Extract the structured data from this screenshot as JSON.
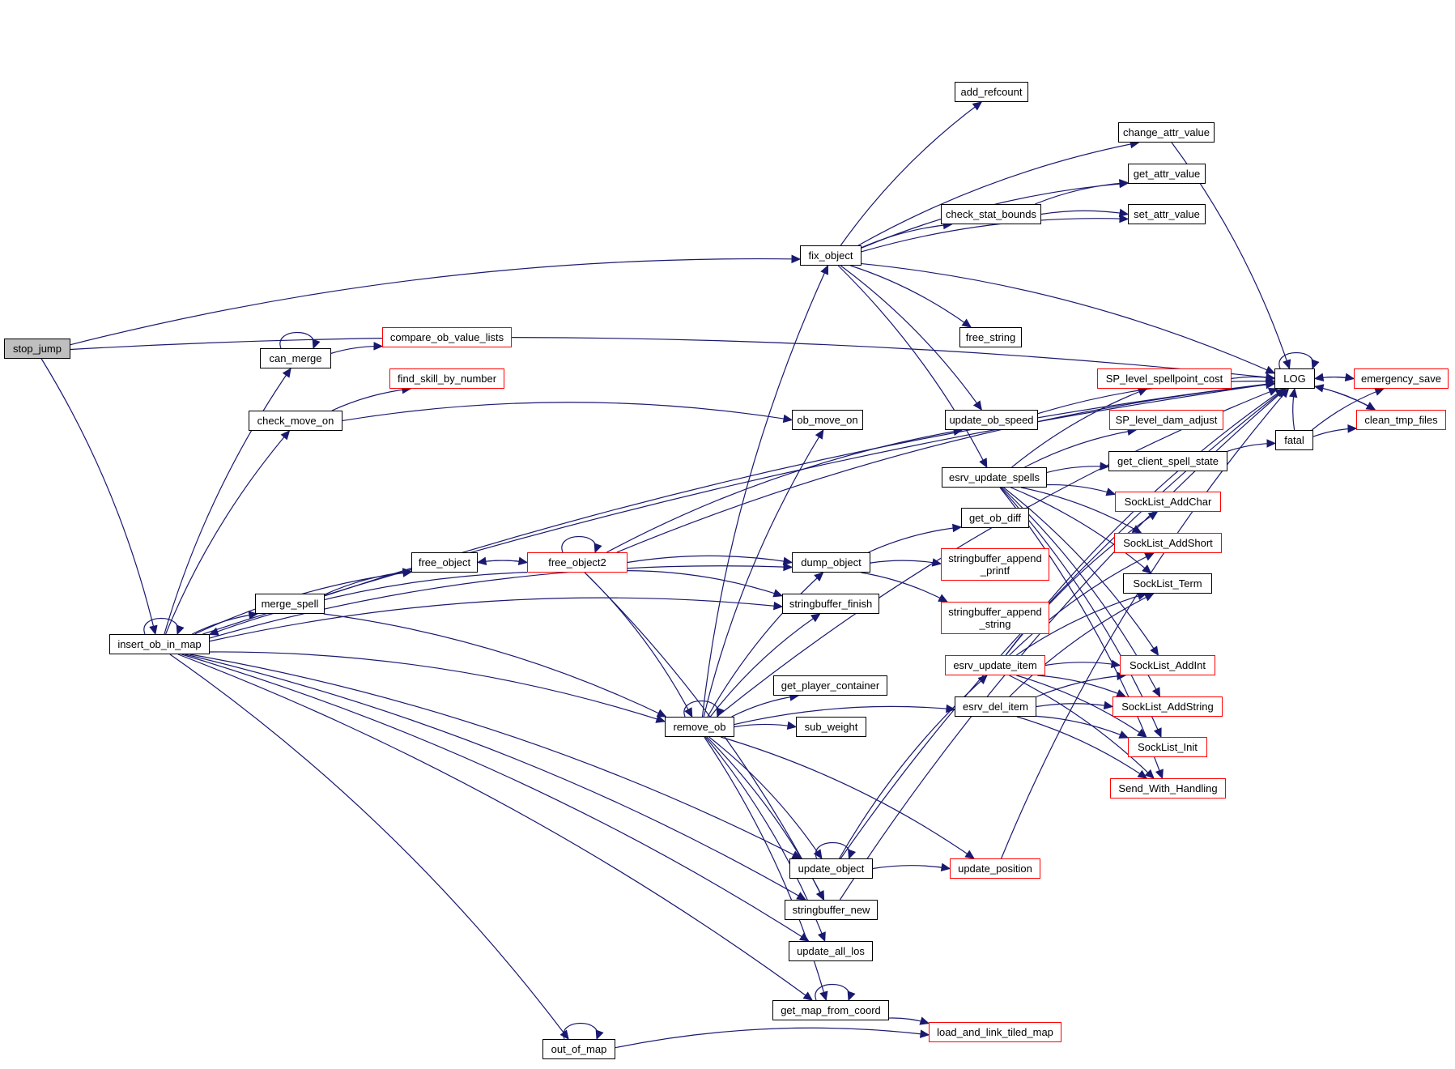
{
  "diagram": {
    "title": "stop_jump call graph",
    "colors": {
      "edge": "#191970",
      "external_border": "#ff0000",
      "normal_border": "#000000",
      "root_fill": "#bfbfbf"
    },
    "nodes": [
      {
        "id": "stop_jump",
        "label": "stop_jump",
        "style": "root"
      },
      {
        "id": "insert_ob_in_map",
        "label": "insert_ob_in_map",
        "style": "normal"
      },
      {
        "id": "can_merge",
        "label": "can_merge",
        "style": "normal"
      },
      {
        "id": "compare_ob_value_lists",
        "label": "compare_ob_value_lists",
        "style": "red"
      },
      {
        "id": "find_skill_by_number",
        "label": "find_skill_by_number",
        "style": "red"
      },
      {
        "id": "check_move_on",
        "label": "check_move_on",
        "style": "normal"
      },
      {
        "id": "free_object",
        "label": "free_object",
        "style": "normal"
      },
      {
        "id": "free_object2",
        "label": "free_object2",
        "style": "red"
      },
      {
        "id": "merge_spell",
        "label": "merge_spell",
        "style": "normal"
      },
      {
        "id": "out_of_map",
        "label": "out_of_map",
        "style": "normal"
      },
      {
        "id": "fix_object",
        "label": "fix_object",
        "style": "normal"
      },
      {
        "id": "ob_move_on",
        "label": "ob_move_on",
        "style": "normal"
      },
      {
        "id": "dump_object",
        "label": "dump_object",
        "style": "normal"
      },
      {
        "id": "stringbuffer_finish",
        "label": "stringbuffer_finish",
        "style": "normal"
      },
      {
        "id": "remove_ob",
        "label": "remove_ob",
        "style": "normal"
      },
      {
        "id": "get_player_container",
        "label": "get_player_container",
        "style": "normal"
      },
      {
        "id": "sub_weight",
        "label": "sub_weight",
        "style": "normal"
      },
      {
        "id": "update_object",
        "label": "update_object",
        "style": "normal"
      },
      {
        "id": "stringbuffer_new",
        "label": "stringbuffer_new",
        "style": "normal"
      },
      {
        "id": "update_all_los",
        "label": "update_all_los",
        "style": "normal"
      },
      {
        "id": "get_map_from_coord",
        "label": "get_map_from_coord",
        "style": "normal"
      },
      {
        "id": "add_refcount",
        "label": "add_refcount",
        "style": "normal"
      },
      {
        "id": "check_stat_bounds",
        "label": "check_stat_bounds",
        "style": "normal"
      },
      {
        "id": "free_string",
        "label": "free_string",
        "style": "normal"
      },
      {
        "id": "update_ob_speed",
        "label": "update_ob_speed",
        "style": "normal"
      },
      {
        "id": "esrv_update_spells",
        "label": "esrv_update_spells",
        "style": "normal"
      },
      {
        "id": "get_ob_diff",
        "label": "get_ob_diff",
        "style": "normal"
      },
      {
        "id": "stringbuffer_append_printf",
        "label": "stringbuffer_append\n_printf",
        "style": "red"
      },
      {
        "id": "stringbuffer_append_string",
        "label": "stringbuffer_append\n_string",
        "style": "red"
      },
      {
        "id": "esrv_update_item",
        "label": "esrv_update_item",
        "style": "red"
      },
      {
        "id": "esrv_del_item",
        "label": "esrv_del_item",
        "style": "normal"
      },
      {
        "id": "update_position",
        "label": "update_position",
        "style": "red"
      },
      {
        "id": "load_and_link_tiled_map",
        "label": "load_and_link_tiled_map",
        "style": "red"
      },
      {
        "id": "change_attr_value",
        "label": "change_attr_value",
        "style": "normal"
      },
      {
        "id": "get_attr_value",
        "label": "get_attr_value",
        "style": "normal"
      },
      {
        "id": "set_attr_value",
        "label": "set_attr_value",
        "style": "normal"
      },
      {
        "id": "SP_level_spellpoint_cost",
        "label": "SP_level_spellpoint_cost",
        "style": "red"
      },
      {
        "id": "SP_level_dam_adjust",
        "label": "SP_level_dam_adjust",
        "style": "red"
      },
      {
        "id": "get_client_spell_state",
        "label": "get_client_spell_state",
        "style": "normal"
      },
      {
        "id": "SockList_AddChar",
        "label": "SockList_AddChar",
        "style": "red"
      },
      {
        "id": "SockList_AddShort",
        "label": "SockList_AddShort",
        "style": "red"
      },
      {
        "id": "SockList_Term",
        "label": "SockList_Term",
        "style": "normal"
      },
      {
        "id": "SockList_AddInt",
        "label": "SockList_AddInt",
        "style": "red"
      },
      {
        "id": "SockList_AddString",
        "label": "SockList_AddString",
        "style": "red"
      },
      {
        "id": "SockList_Init",
        "label": "SockList_Init",
        "style": "red"
      },
      {
        "id": "Send_With_Handling",
        "label": "Send_With_Handling",
        "style": "red"
      },
      {
        "id": "LOG",
        "label": "LOG",
        "style": "normal"
      },
      {
        "id": "fatal",
        "label": "fatal",
        "style": "normal"
      },
      {
        "id": "emergency_save",
        "label": "emergency_save",
        "style": "red"
      },
      {
        "id": "clean_tmp_files",
        "label": "clean_tmp_files",
        "style": "red"
      }
    ],
    "edges": [
      [
        "stop_jump",
        "insert_ob_in_map"
      ],
      [
        "stop_jump",
        "fix_object"
      ],
      [
        "stop_jump",
        "LOG"
      ],
      [
        "insert_ob_in_map",
        "insert_ob_in_map"
      ],
      [
        "insert_ob_in_map",
        "can_merge"
      ],
      [
        "insert_ob_in_map",
        "check_move_on"
      ],
      [
        "insert_ob_in_map",
        "free_object"
      ],
      [
        "insert_ob_in_map",
        "merge_spell"
      ],
      [
        "insert_ob_in_map",
        "dump_object"
      ],
      [
        "insert_ob_in_map",
        "stringbuffer_finish"
      ],
      [
        "insert_ob_in_map",
        "remove_ob"
      ],
      [
        "insert_ob_in_map",
        "update_object"
      ],
      [
        "insert_ob_in_map",
        "stringbuffer_new"
      ],
      [
        "insert_ob_in_map",
        "update_all_los"
      ],
      [
        "insert_ob_in_map",
        "get_map_from_coord"
      ],
      [
        "insert_ob_in_map",
        "out_of_map"
      ],
      [
        "insert_ob_in_map",
        "LOG"
      ],
      [
        "can_merge",
        "can_merge"
      ],
      [
        "can_merge",
        "compare_ob_value_lists"
      ],
      [
        "check_move_on",
        "find_skill_by_number"
      ],
      [
        "check_move_on",
        "ob_move_on"
      ],
      [
        "merge_spell",
        "free_object"
      ],
      [
        "merge_spell",
        "remove_ob"
      ],
      [
        "merge_spell",
        "LOG"
      ],
      [
        "free_object",
        "free_object2"
      ],
      [
        "free_object2",
        "free_object"
      ],
      [
        "free_object2",
        "free_object2"
      ],
      [
        "free_object2",
        "insert_ob_in_map"
      ],
      [
        "free_object2",
        "dump_object"
      ],
      [
        "free_object2",
        "stringbuffer_finish"
      ],
      [
        "free_object2",
        "remove_ob"
      ],
      [
        "free_object2",
        "stringbuffer_new"
      ],
      [
        "free_object2",
        "update_ob_speed"
      ],
      [
        "free_object2",
        "LOG"
      ],
      [
        "out_of_map",
        "out_of_map"
      ],
      [
        "out_of_map",
        "load_and_link_tiled_map"
      ],
      [
        "remove_ob",
        "remove_ob"
      ],
      [
        "remove_ob",
        "fix_object"
      ],
      [
        "remove_ob",
        "ob_move_on"
      ],
      [
        "remove_ob",
        "dump_object"
      ],
      [
        "remove_ob",
        "stringbuffer_finish"
      ],
      [
        "remove_ob",
        "get_player_container"
      ],
      [
        "remove_ob",
        "sub_weight"
      ],
      [
        "remove_ob",
        "update_object"
      ],
      [
        "remove_ob",
        "stringbuffer_new"
      ],
      [
        "remove_ob",
        "update_all_los"
      ],
      [
        "remove_ob",
        "get_map_from_coord"
      ],
      [
        "remove_ob",
        "esrv_del_item"
      ],
      [
        "remove_ob",
        "update_position"
      ],
      [
        "remove_ob",
        "LOG"
      ],
      [
        "fix_object",
        "add_refcount"
      ],
      [
        "fix_object",
        "change_attr_value"
      ],
      [
        "fix_object",
        "get_attr_value"
      ],
      [
        "fix_object",
        "check_stat_bounds"
      ],
      [
        "fix_object",
        "set_attr_value"
      ],
      [
        "fix_object",
        "LOG"
      ],
      [
        "fix_object",
        "free_string"
      ],
      [
        "fix_object",
        "update_ob_speed"
      ],
      [
        "fix_object",
        "esrv_update_spells"
      ],
      [
        "check_stat_bounds",
        "get_attr_value"
      ],
      [
        "check_stat_bounds",
        "set_attr_value"
      ],
      [
        "change_attr_value",
        "LOG"
      ],
      [
        "update_ob_speed",
        "LOG"
      ],
      [
        "dump_object",
        "get_ob_diff"
      ],
      [
        "dump_object",
        "stringbuffer_append_printf"
      ],
      [
        "dump_object",
        "stringbuffer_append_string"
      ],
      [
        "update_object",
        "update_object"
      ],
      [
        "update_object",
        "esrv_update_item"
      ],
      [
        "update_object",
        "update_position"
      ],
      [
        "update_object",
        "LOG"
      ],
      [
        "stringbuffer_new",
        "LOG"
      ],
      [
        "update_position",
        "LOG"
      ],
      [
        "get_map_from_coord",
        "get_map_from_coord"
      ],
      [
        "get_map_from_coord",
        "load_and_link_tiled_map"
      ],
      [
        "esrv_update_spells",
        "SP_level_spellpoint_cost"
      ],
      [
        "esrv_update_spells",
        "SP_level_dam_adjust"
      ],
      [
        "esrv_update_spells",
        "get_client_spell_state"
      ],
      [
        "esrv_update_spells",
        "SockList_AddChar"
      ],
      [
        "esrv_update_spells",
        "SockList_AddShort"
      ],
      [
        "esrv_update_spells",
        "SockList_Term"
      ],
      [
        "esrv_update_spells",
        "SockList_AddInt"
      ],
      [
        "esrv_update_spells",
        "SockList_AddString"
      ],
      [
        "esrv_update_spells",
        "SockList_Init"
      ],
      [
        "esrv_update_spells",
        "Send_With_Handling"
      ],
      [
        "esrv_update_item",
        "SockList_AddChar"
      ],
      [
        "esrv_update_item",
        "SockList_AddShort"
      ],
      [
        "esrv_update_item",
        "SockList_Term"
      ],
      [
        "esrv_update_item",
        "SockList_AddInt"
      ],
      [
        "esrv_update_item",
        "SockList_AddString"
      ],
      [
        "esrv_update_item",
        "SockList_Init"
      ],
      [
        "esrv_update_item",
        "Send_With_Handling"
      ],
      [
        "esrv_update_item",
        "LOG"
      ],
      [
        "esrv_del_item",
        "SockList_Term"
      ],
      [
        "esrv_del_item",
        "SockList_AddInt"
      ],
      [
        "esrv_del_item",
        "SockList_AddString"
      ],
      [
        "esrv_del_item",
        "SockList_Init"
      ],
      [
        "esrv_del_item",
        "Send_With_Handling"
      ],
      [
        "SP_level_spellpoint_cost",
        "LOG"
      ],
      [
        "get_client_spell_state",
        "fatal"
      ],
      [
        "LOG",
        "LOG"
      ],
      [
        "LOG",
        "emergency_save"
      ],
      [
        "LOG",
        "clean_tmp_files"
      ],
      [
        "fatal",
        "LOG"
      ],
      [
        "fatal",
        "emergency_save"
      ],
      [
        "fatal",
        "clean_tmp_files"
      ],
      [
        "emergency_save",
        "LOG"
      ],
      [
        "clean_tmp_files",
        "LOG"
      ]
    ]
  }
}
